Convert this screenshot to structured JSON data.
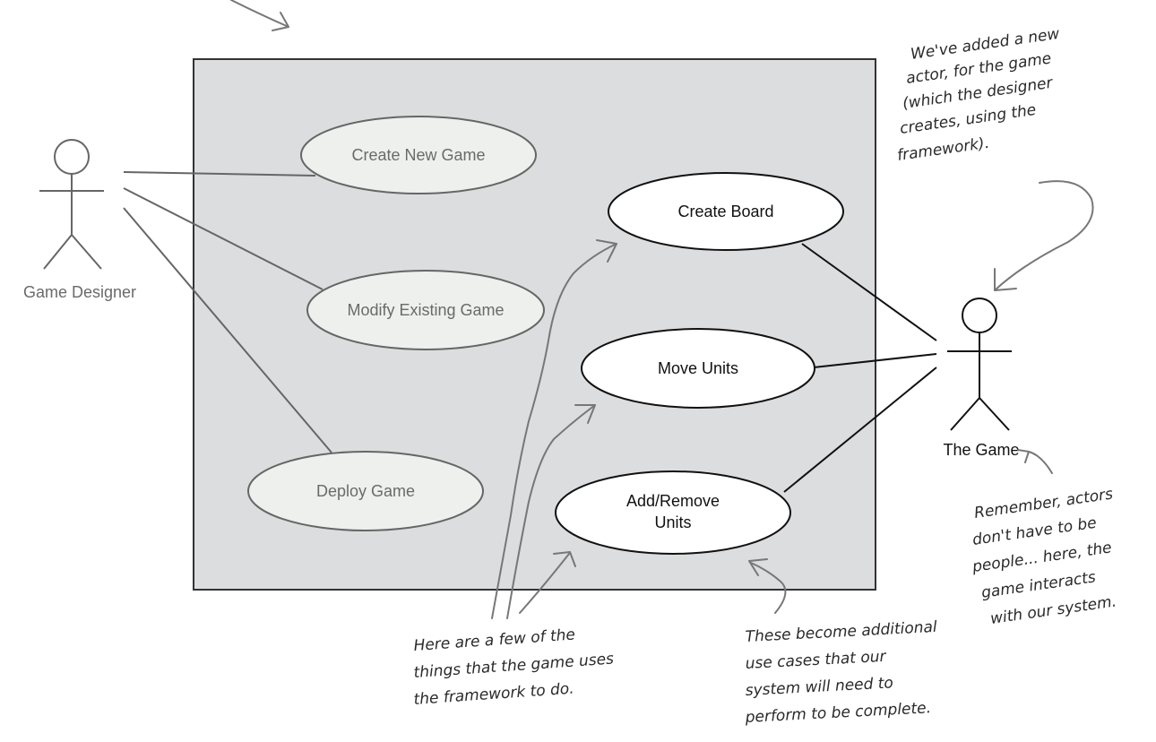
{
  "colors": {
    "system_fill": "#dcdddf",
    "system_stroke": "#333333",
    "gray_usecase_fill": "#eef0ee",
    "gray_usecase_stroke": "#666666",
    "gray_text": "#6a6a6a",
    "black": "#111111",
    "annotation_arrow": "#777777"
  },
  "actors": {
    "game_designer": {
      "label": "Game Designer"
    },
    "the_game": {
      "label": "The Game"
    }
  },
  "use_cases": {
    "create_new_game": "Create New Game",
    "modify_existing_game": "Modify Existing Game",
    "deploy_game": "Deploy Game",
    "create_board": "Create Board",
    "move_units": "Move Units",
    "add_remove_units": [
      "Add/Remove",
      "Units"
    ]
  },
  "annotations": {
    "new_actor": [
      "We've added a new",
      "actor, for the game",
      "(which the designer",
      "creates, using the",
      "framework)."
    ],
    "remember": [
      "Remember, actors",
      "don't have to be",
      "people... here, the",
      "game interacts",
      "with our system."
    ],
    "things": [
      "Here are a few of the",
      "things that the game uses",
      "the framework to do."
    ],
    "become": [
      "These become additional",
      "use cases that our",
      "system will need to",
      "perform to be complete."
    ]
  }
}
